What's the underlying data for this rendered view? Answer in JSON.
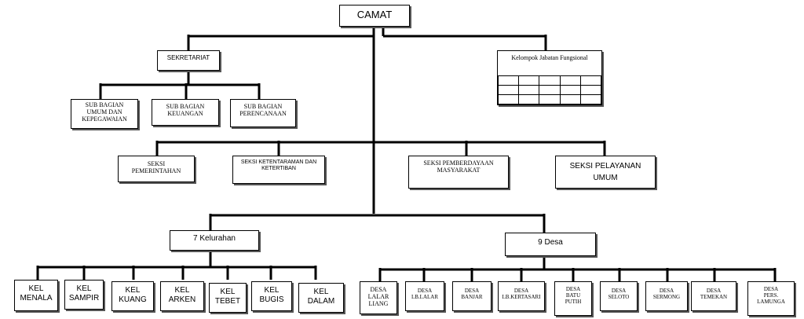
{
  "org_chart": {
    "camat": "CAMAT",
    "sekretariat": "SEKRETARIAT",
    "kelompok_jabatan": "Kelompok Jabatan Fungsional",
    "sub_bagian": [
      "SUB BAGIAN\nUMUM DAN\nKEPEGAWAIAN",
      "SUB BAGIAN\nKEUANGAN",
      "SUB BAGIAN\nPERENCANAAN"
    ],
    "seksi": [
      "SEKSI\nPEMERINTAHAN",
      "SEKSI KETENTARAMAN DAN\nKETERTIBAN",
      "SEKSI PEMBERDAYAAN\nMASYARAKAT",
      "SEKSI PELAYANAN\nUMUM"
    ],
    "kelurahan_group": "7 Kelurahan",
    "desa_group": "9 Desa",
    "kelurahan": [
      "KEL\nMENALA",
      "KEL\nSAMPIR",
      "KEL\nKUANG",
      "KEL\nARKEN",
      "KEL\nTEBET",
      "KEL\nBUGIS",
      "KEL\nDALAM"
    ],
    "desa": [
      "DESA\nLALAR\nLIANG",
      "DESA\nLB.LALAR",
      "DESA\nBANJAR",
      "DESA\nLB.KERTASARI",
      "DESA\nBATU\nPUTIH",
      "DESA\nSELOTO",
      "DESA\nSERMONG",
      "DESA\nTEMEKAN",
      "DESA\nPERS.\nLAMUNGA"
    ]
  }
}
